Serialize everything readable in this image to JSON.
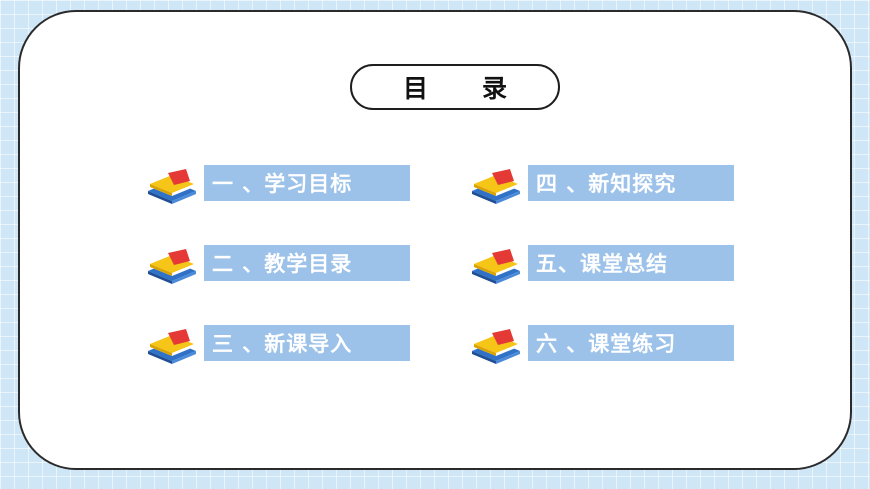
{
  "title": "目录",
  "items": [
    {
      "label": "一 、学习目标"
    },
    {
      "label": "二 、教学目录"
    },
    {
      "label": "三 、新课导入"
    },
    {
      "label": "四 、新知探究"
    },
    {
      "label": "五、课堂总结"
    },
    {
      "label": "六 、课堂练习"
    }
  ],
  "colors": {
    "background": "#cfe6f7",
    "label_bg": "#9cc2e9",
    "book_cover_top": "#f5c518",
    "book_spine": "#e53935",
    "book_bottom": "#2f72c8"
  },
  "icons": [
    "book-stack-icon"
  ]
}
